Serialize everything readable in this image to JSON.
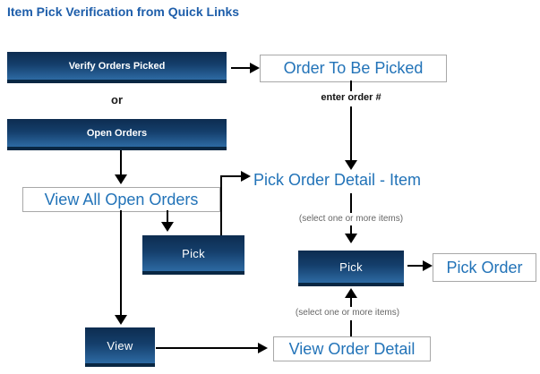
{
  "title": "Item Pick Verification from Quick Links",
  "buttons": {
    "verify_orders_picked": "Verify Orders Picked",
    "open_orders": "Open Orders",
    "pick_left": "Pick",
    "pick_right": "Pick",
    "view": "View"
  },
  "pages": {
    "order_to_be_picked": "Order To Be Picked",
    "view_all_open_orders": "View All Open Orders",
    "pick_order_detail_item": "Pick Order Detail - Item",
    "pick_order": "Pick Order",
    "view_order_detail": "View Order Detail"
  },
  "annotations": {
    "or": "or",
    "enter_order_number": "enter order #",
    "select_items_top": "(select one or more items)",
    "select_items_bottom": "(select one or more items)"
  },
  "colors": {
    "title_text": "#1e5eaa",
    "page_link_text": "#2273b8",
    "button_text": "#ffffff",
    "button_gradient_top": "#0d2c50",
    "button_gradient_bottom": "#2d6aa3",
    "button_bottom_edge": "#092743",
    "box_border": "#a8a8a8",
    "note_text": "#666666",
    "arrow": "#000000"
  }
}
